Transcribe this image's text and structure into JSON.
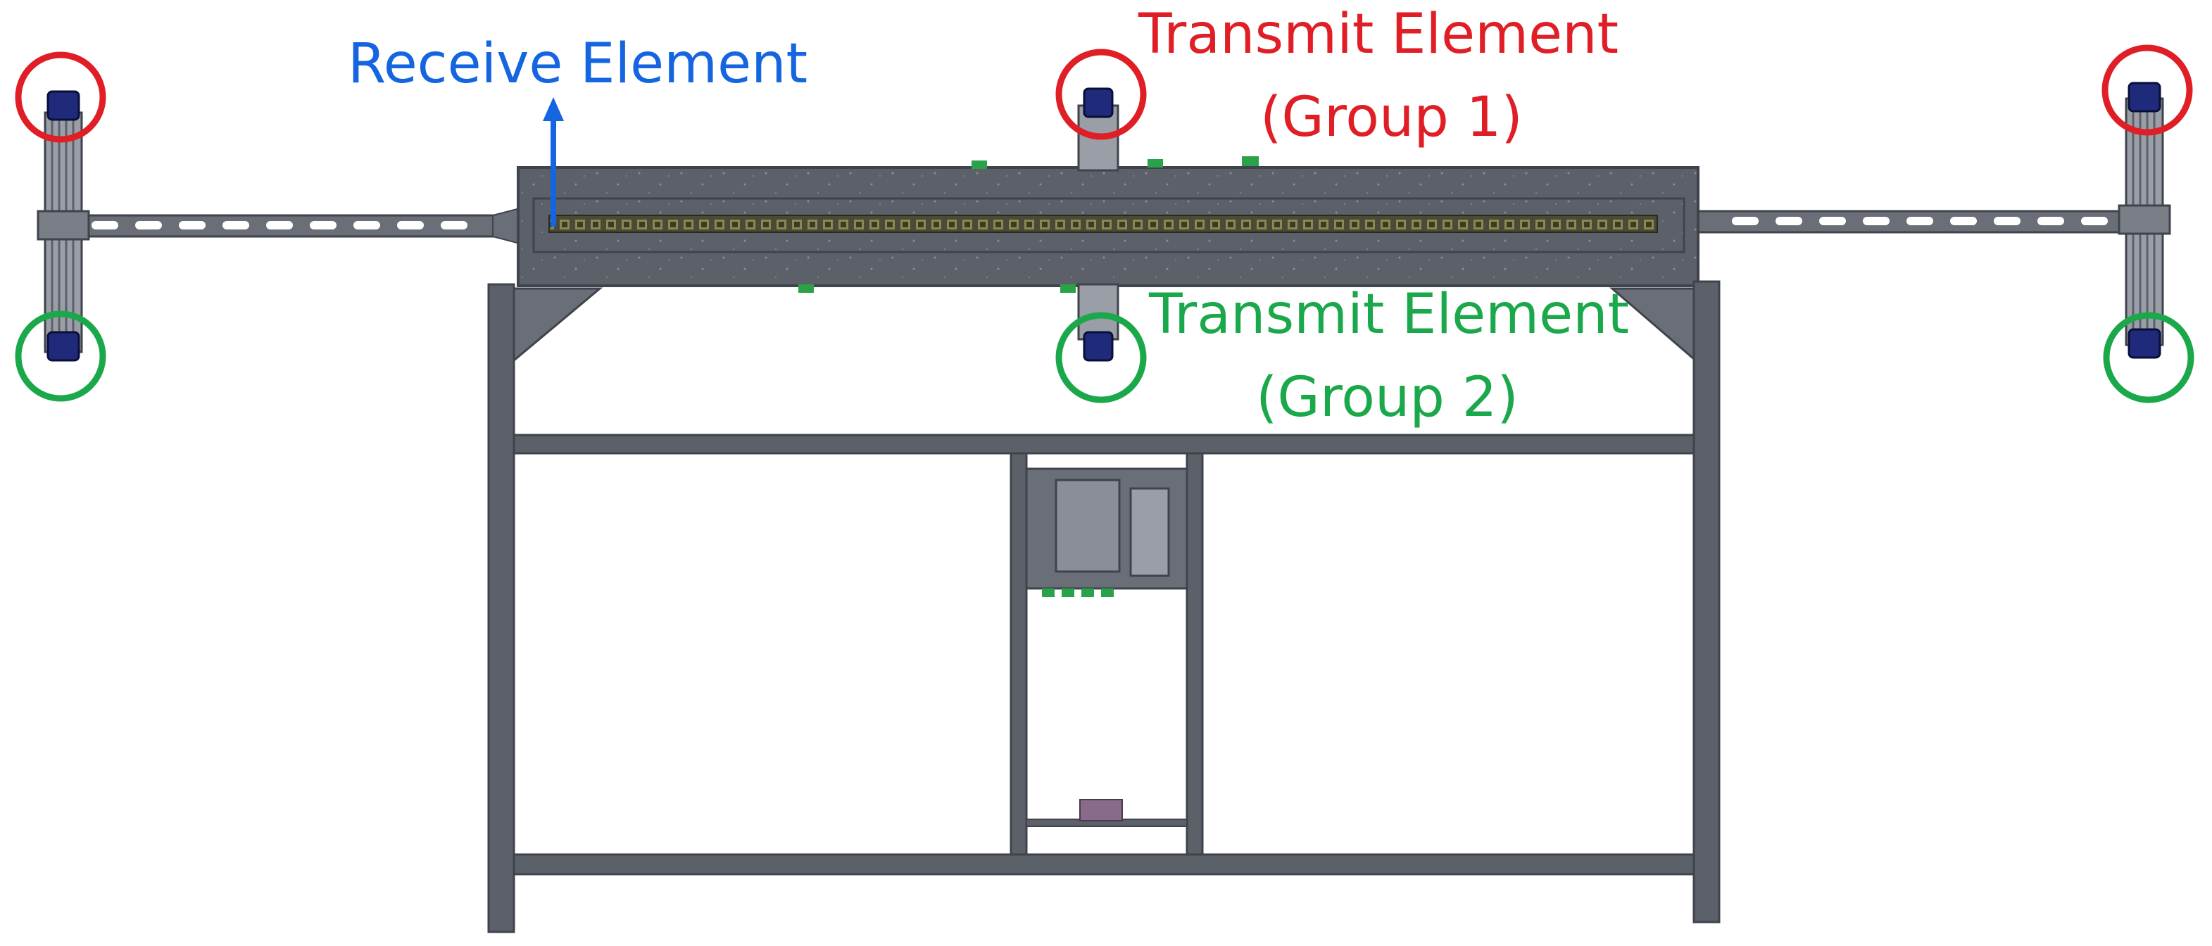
{
  "colors": {
    "receive": "#1565e0",
    "group1": "#e01e26",
    "group2": "#1aa84b",
    "frame": "#5c6069",
    "frame_dark": "#3f434b",
    "frame_light": "#8a8e96",
    "element_blue": "#1f2a7a",
    "connector_green": "#2aa24a"
  },
  "labels": {
    "receive": "Receive Element",
    "transmit_group1_line1": "Transmit Element",
    "transmit_group1_line2": "(Group 1)",
    "transmit_group2_line1": "Transmit Element",
    "transmit_group2_line2": "(Group 2)"
  },
  "icons": {
    "arrow": "arrow-up-icon",
    "marker": "circle-outline-icon"
  }
}
